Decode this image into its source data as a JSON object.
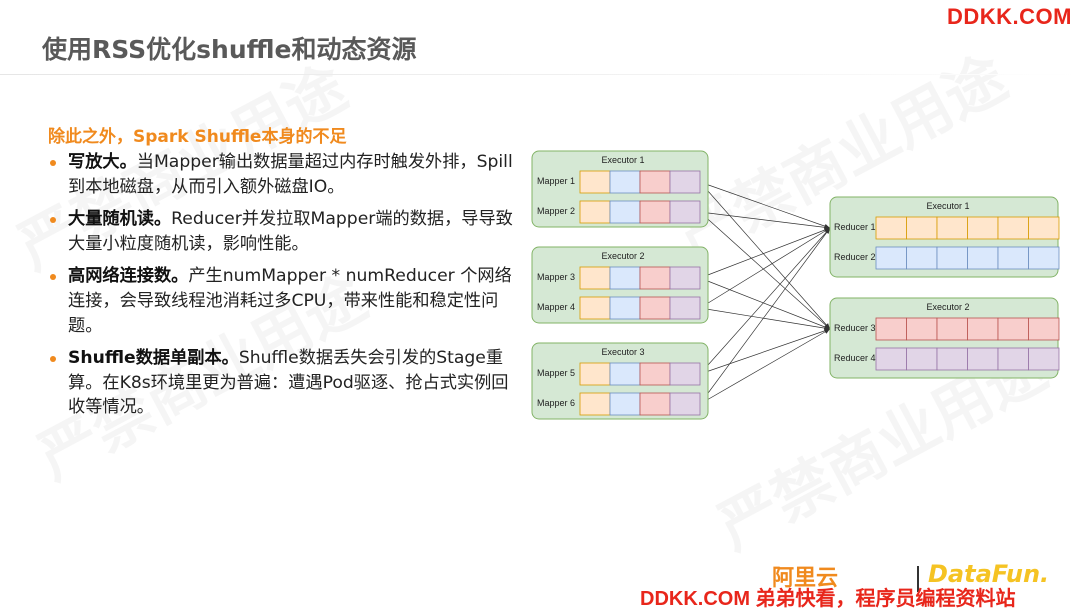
{
  "watermark_top": "DDKK.COM",
  "title": "使用RSS优化shuffle和动态资源",
  "section_title": "除此之外，Spark Shuffle本身的不足",
  "bullets": [
    {
      "bold": "写放大。",
      "text": "当Mapper输出数据量超过内存时触发外排，Spill到本地磁盘，从而引入额外磁盘IO。"
    },
    {
      "bold": "大量随机读。",
      "text": "Reducer并发拉取Mapper端的数据，导导致大量小粒度随机读，影响性能。"
    },
    {
      "bold": "高网络连接数。",
      "text": "产生numMapper * numReducer 个网络连接，会导致线程池消耗过多CPU，带来性能和稳定性问题。"
    },
    {
      "bold": "Shuffle数据单副本。",
      "text": "Shuffle数据丢失会引发的Stage重算。在K8s环境里更为普遍：遭遇Pod驱逐、抢占式实例回收等情况。"
    }
  ],
  "diagram": {
    "executors_left": [
      {
        "title": "Executor 1",
        "mappers": [
          "Mapper 1",
          "Mapper 2"
        ]
      },
      {
        "title": "Executor 2",
        "mappers": [
          "Mapper 3",
          "Mapper 4"
        ]
      },
      {
        "title": "Executor 3",
        "mappers": [
          "Mapper 5",
          "Mapper 6"
        ]
      }
    ],
    "executors_right": [
      {
        "title": "Executor 1",
        "reducers": [
          "Reducer 1",
          "Reducer 2"
        ]
      },
      {
        "title": "Executor 2",
        "reducers": [
          "Reducer 3",
          "Reducer 4"
        ]
      }
    ],
    "colors": {
      "orange": "#ffe6cc",
      "blue": "#dae8fc",
      "red": "#f8cecc",
      "purple": "#e1d5e7",
      "orange_border": "#d79b00",
      "blue_border": "#6c8ebf",
      "red_border": "#b85450",
      "purple_border": "#9673a6",
      "container_fill": "#d5e8d4",
      "container_border": "#82b366"
    }
  },
  "footer": {
    "logo_aliyun": "阿里云",
    "logo_datafun": "DataFun.",
    "watermark_bottom": "DDKK.COM 弟弟快看，程序员编程资料站"
  },
  "ghost_watermark": "严禁商业用途"
}
